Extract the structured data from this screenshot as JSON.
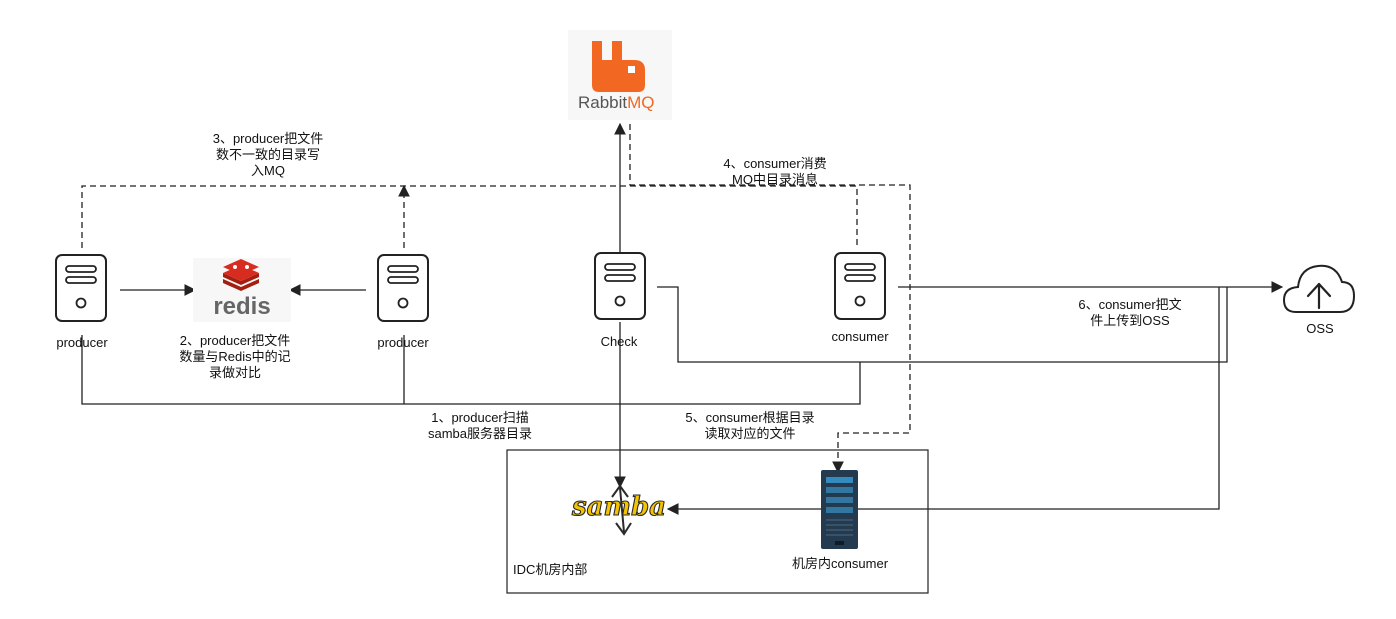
{
  "nodes": {
    "producer_left": "producer",
    "producer_right": "producer",
    "check": "Check",
    "consumer": "consumer",
    "oss": "OSS",
    "idc_consumer": "机房内consumer",
    "idc_box": "IDC机房内部"
  },
  "logos": {
    "redis": "redis",
    "rabbitmq_rabbit": "Rabbit",
    "rabbitmq_mq": "MQ",
    "samba": "samba"
  },
  "steps": {
    "step1": "1、producer扫描\nsamba服务器目录",
    "step2": "2、producer把文件\n数量与Redis中的记\n录做对比",
    "step3": "3、producer把文件\n数不一致的目录写\n入MQ",
    "step4": "4、consumer消费\nMQ中目录消息",
    "step5": "5、consumer根据目录\n读取对应的文件",
    "step6": "6、consumer把文\n件上传到OSS"
  },
  "colors": {
    "line": "#222222",
    "rabbitmq": "#f26722",
    "redis": "#d82c20",
    "redis_text": "#666666",
    "samba_fill": "#f5c400",
    "samba_stroke": "#2a2a2a",
    "rack": "#243a4f",
    "rack_led": "#3aa0d8"
  }
}
